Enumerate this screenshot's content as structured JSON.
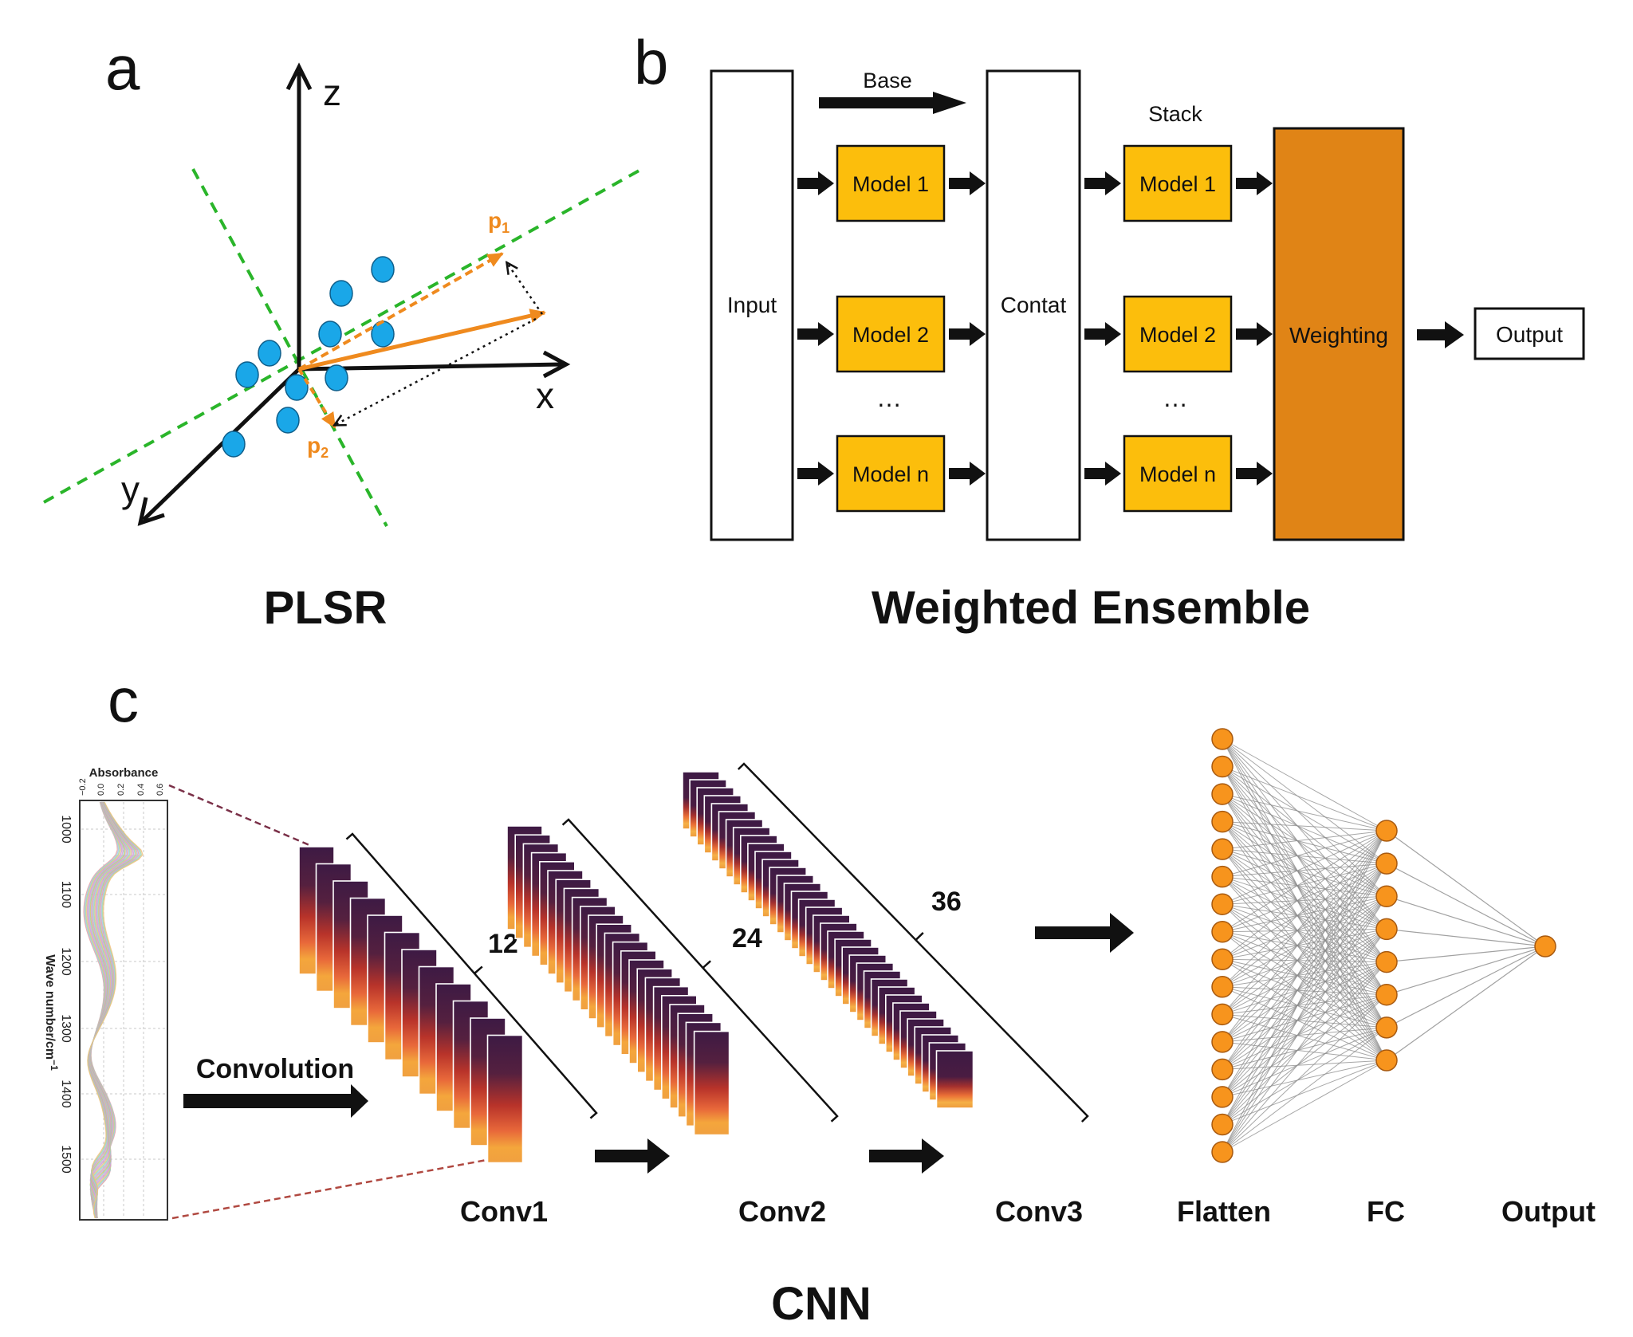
{
  "panels": {
    "a": {
      "letter": "a",
      "title": "PLSR",
      "axes": {
        "z": "z",
        "x": "x",
        "y": "y"
      },
      "vectors": {
        "p1": "p",
        "p1_sub": "1",
        "p2": "p",
        "p2_sub": "2"
      },
      "colors": {
        "points": "#1aa7e8",
        "vector": "#ef8a1e",
        "dashed": "#2ab52a"
      }
    },
    "b": {
      "letter": "b",
      "title": "Weighted Ensemble",
      "input": "Input",
      "base": "Base",
      "stack": "Stack",
      "contat": "Contat",
      "base_models": [
        "Model 1",
        "Model 2",
        "Model n"
      ],
      "stack_models": [
        "Model 1",
        "Model 2",
        "Model n"
      ],
      "ellipsis": "…",
      "weighting": "Weighting",
      "output": "Output",
      "colors": {
        "model": "#fcbe0c",
        "weighting": "#e08416"
      }
    },
    "c": {
      "letter": "c",
      "title": "CNN",
      "spectrum": {
        "title": "Absorbance",
        "x_ticks": [
          "−0.2",
          "0.0",
          "0.2",
          "0.4",
          "0.6"
        ],
        "y_ticks": [
          "1000",
          "1100",
          "1200",
          "1300",
          "1400",
          "1500"
        ],
        "y_label": "Wave number/cm",
        "y_label_sup": "−1"
      },
      "convolution": "Convolution",
      "layers": [
        {
          "label": "Conv1",
          "count": "12"
        },
        {
          "label": "Conv2",
          "count": "24"
        },
        {
          "label": "Conv3",
          "count": "36"
        }
      ],
      "flatten": "Flatten",
      "fc": "FC",
      "output": "Output",
      "nodes": {
        "flatten": 16,
        "fc": 8,
        "output": 1
      },
      "colors": {
        "node": "#f7941d",
        "edge": "#8a8a8a"
      }
    }
  }
}
